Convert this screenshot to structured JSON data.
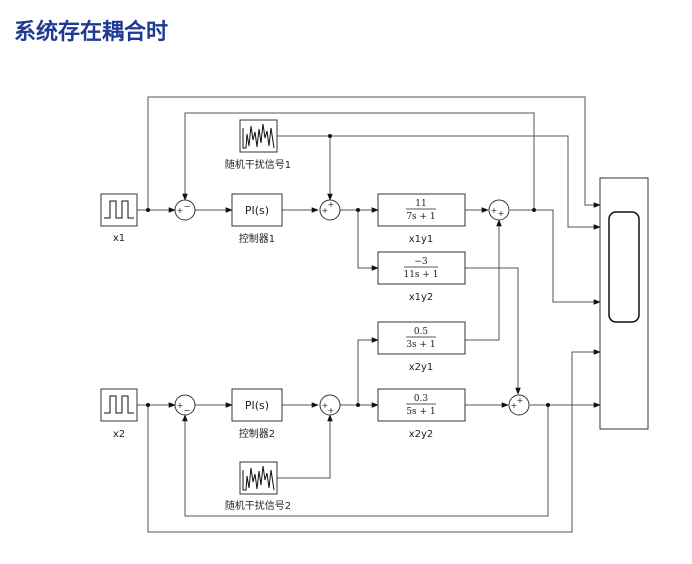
{
  "title": "系统存在耦合时",
  "sources": {
    "x1": "x1",
    "x2": "x2"
  },
  "noise": {
    "n1": "随机干扰信号1",
    "n2": "随机干扰信号2"
  },
  "controllers": {
    "c1_block": "PI(s)",
    "c1_label": "控制器1",
    "c2_block": "PI(s)",
    "c2_label": "控制器2"
  },
  "plants": {
    "x1y1": {
      "num": "11",
      "den": "7s + 1",
      "label": "x1y1"
    },
    "x1y2": {
      "num": "−3",
      "den": "11s + 1",
      "label": "x1y2"
    },
    "x2y1": {
      "num": "0.5",
      "den": "3s + 1",
      "label": "x2y1"
    },
    "x2y2": {
      "num": "0.3",
      "den": "5s + 1",
      "label": "x2y2"
    }
  },
  "signs": {
    "sum1": {
      "a": "+",
      "b": "−"
    },
    "sum2": {
      "a": "+",
      "b": "+"
    },
    "sum3": {
      "a": "+",
      "b": "+"
    },
    "sum4": {
      "a": "+",
      "b": "−"
    },
    "sum5": {
      "a": "+",
      "b": "+"
    },
    "sum6": {
      "a": "+",
      "b": "+"
    }
  },
  "icons": {
    "step": "step-source-icon",
    "noise": "random-noise-icon",
    "scope": "scope-icon"
  }
}
